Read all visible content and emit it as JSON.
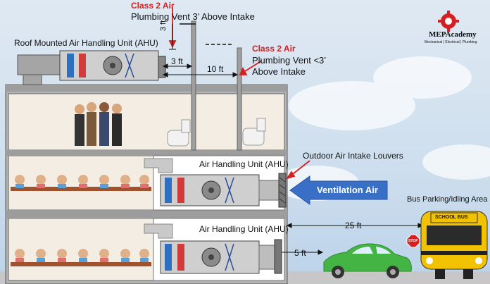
{
  "labels": {
    "class2_top": "Class 2 Air",
    "vent_top": "Plumbing Vent 3’ Above Intake",
    "class2_right": "Class 2 Air",
    "vent_right_l1": "Plumbing Vent <3’",
    "vent_right_l2": "Above Intake",
    "roof_ahu": "Roof Mounted Air Handling Unit (AHU)",
    "dim_3ft_vert": "3 ft",
    "dim_3ft_horiz": "3 ft",
    "dim_10ft": "10 ft",
    "ahu_floor2": "Air Handling Unit (AHU)",
    "ahu_floor1": "Air Handling Unit (AHU)",
    "louvers": "Outdoor Air Intake Louvers",
    "ventilation": "Ventilation Air",
    "bus_area": "Bus Parking/Idling Area",
    "dim_25ft": "25 ft",
    "dim_5ft": "5 ft",
    "bus_sign": "SCHOOL BUS",
    "stop_sign": "STOP"
  },
  "logo": {
    "name": "MEPAcademy",
    "tagline": "Mechanical | Electrical | Plumbing"
  },
  "colors": {
    "red_label": "#d42020",
    "arrow_blue": "#3a6fc8",
    "building_wall": "#b9b9b9",
    "interior": "#f3ede4",
    "car_green": "#44b544",
    "bus_yellow": "#f2c200"
  },
  "icons": [
    "class-2-air-arrow-icon",
    "ventilation-arrow-icon",
    "stop-sign-icon",
    "school-bus-icon",
    "car-icon",
    "toilet-icon",
    "fan-icon",
    "mep-academy-gear-icon"
  ]
}
